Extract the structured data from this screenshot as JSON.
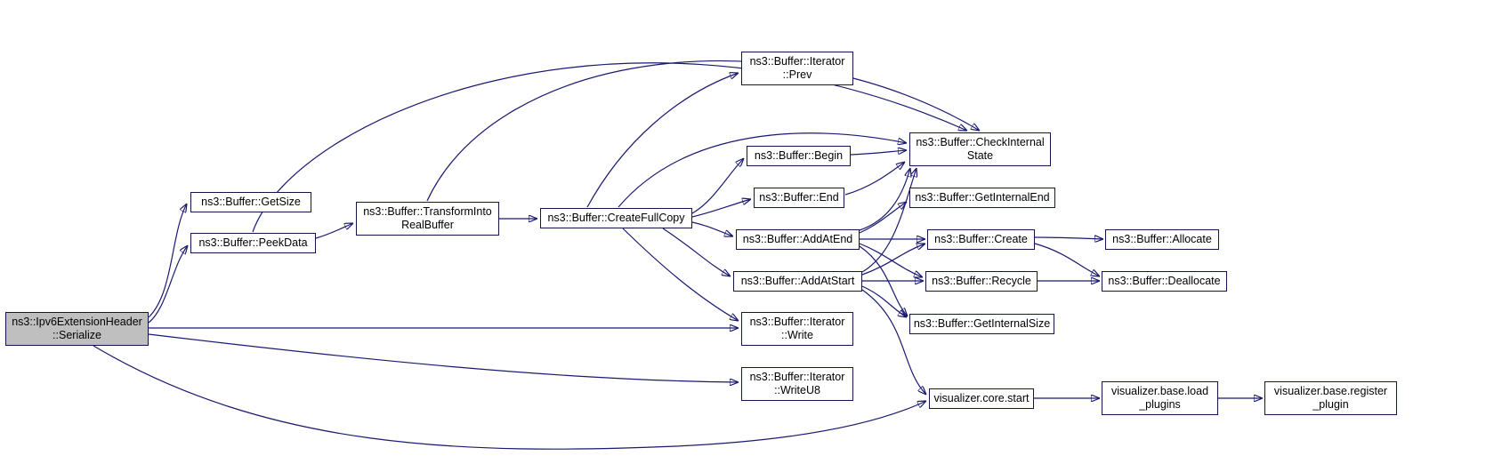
{
  "diagram": {
    "type": "call-graph",
    "colors": {
      "edge": "#191970",
      "node_border": "#14144b",
      "node_fill": "#ffffff",
      "highlight_fill": "#bfbfbf",
      "text": "#000000"
    },
    "nodes": {
      "serialize": "ns3::Ipv6ExtensionHeader\n::Serialize",
      "getsize": "ns3::Buffer::GetSize",
      "peekdata": "ns3::Buffer::PeekData",
      "transform": "ns3::Buffer::TransformInto\nRealBuffer",
      "createfullcopy": "ns3::Buffer::CreateFullCopy",
      "prev": "ns3::Buffer::Iterator\n::Prev",
      "begin": "ns3::Buffer::Begin",
      "end": "ns3::Buffer::End",
      "checkinternalstate": "ns3::Buffer::CheckInternal\nState",
      "getinternalend": "ns3::Buffer::GetInternalEnd",
      "addatend": "ns3::Buffer::AddAtEnd",
      "addatstart": "ns3::Buffer::AddAtStart",
      "create": "ns3::Buffer::Create",
      "allocate": "ns3::Buffer::Allocate",
      "recycle": "ns3::Buffer::Recycle",
      "deallocate": "ns3::Buffer::Deallocate",
      "getinternalsize": "ns3::Buffer::GetInternalSize",
      "write": "ns3::Buffer::Iterator\n::Write",
      "writeu8": "ns3::Buffer::Iterator\n::WriteU8",
      "vstart": "visualizer.core.start",
      "vload": "visualizer.base.load\n_plugins",
      "vregister": "visualizer.base.register\n_plugin"
    },
    "edges": [
      {
        "from": "serialize",
        "to": "getsize"
      },
      {
        "from": "serialize",
        "to": "peekdata"
      },
      {
        "from": "serialize",
        "to": "write"
      },
      {
        "from": "serialize",
        "to": "writeu8"
      },
      {
        "from": "serialize",
        "to": "vstart"
      },
      {
        "from": "peekdata",
        "to": "transform"
      },
      {
        "from": "peekdata",
        "to": "checkinternalstate"
      },
      {
        "from": "transform",
        "to": "createfullcopy"
      },
      {
        "from": "transform",
        "to": "checkinternalstate"
      },
      {
        "from": "createfullcopy",
        "to": "prev"
      },
      {
        "from": "createfullcopy",
        "to": "begin"
      },
      {
        "from": "createfullcopy",
        "to": "end"
      },
      {
        "from": "createfullcopy",
        "to": "checkinternalstate"
      },
      {
        "from": "createfullcopy",
        "to": "addatend"
      },
      {
        "from": "createfullcopy",
        "to": "addatstart"
      },
      {
        "from": "createfullcopy",
        "to": "write"
      },
      {
        "from": "begin",
        "to": "checkinternalstate"
      },
      {
        "from": "end",
        "to": "checkinternalstate"
      },
      {
        "from": "addatend",
        "to": "checkinternalstate"
      },
      {
        "from": "addatend",
        "to": "getinternalend"
      },
      {
        "from": "addatend",
        "to": "create"
      },
      {
        "from": "addatend",
        "to": "recycle"
      },
      {
        "from": "addatend",
        "to": "getinternalsize"
      },
      {
        "from": "addatstart",
        "to": "checkinternalstate"
      },
      {
        "from": "addatstart",
        "to": "create"
      },
      {
        "from": "addatstart",
        "to": "recycle"
      },
      {
        "from": "addatstart",
        "to": "getinternalsize"
      },
      {
        "from": "addatstart",
        "to": "vstart"
      },
      {
        "from": "create",
        "to": "allocate"
      },
      {
        "from": "create",
        "to": "deallocate"
      },
      {
        "from": "recycle",
        "to": "deallocate"
      },
      {
        "from": "vstart",
        "to": "vload"
      },
      {
        "from": "vload",
        "to": "vregister"
      }
    ]
  }
}
